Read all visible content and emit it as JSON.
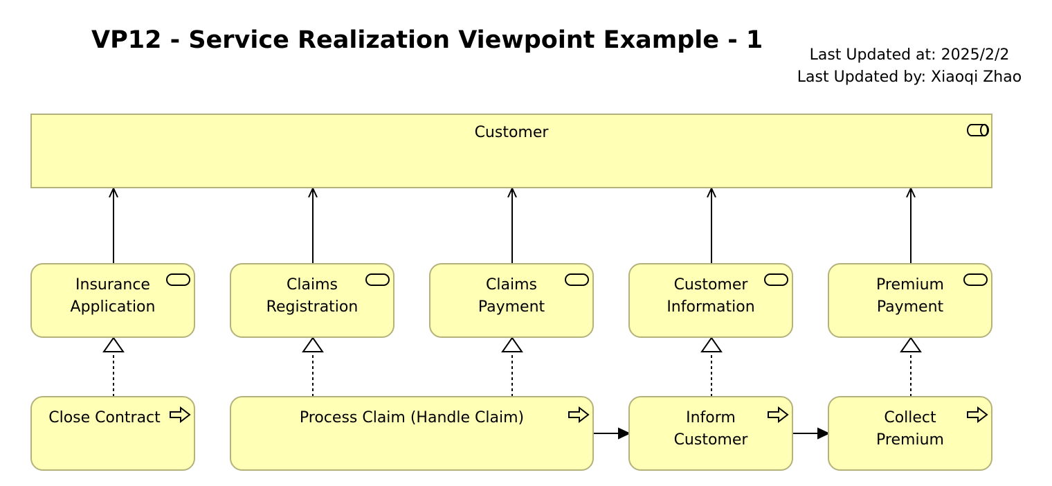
{
  "header": {
    "title": "VP12 - Service Realization Viewpoint Example - 1",
    "last_updated_at": "Last Updated at: 2025/2/2",
    "last_updated_by": "Last Updated by: Xiaoqi Zhao"
  },
  "actor": {
    "label": "Customer",
    "icon": "business-role-icon"
  },
  "services": [
    {
      "line1": "Insurance",
      "line2": "Application",
      "icon": "business-service-icon"
    },
    {
      "line1": "Claims",
      "line2": "Registration",
      "icon": "business-service-icon"
    },
    {
      "line1": "Claims",
      "line2": "Payment",
      "icon": "business-service-icon"
    },
    {
      "line1": "Customer",
      "line2": "Information",
      "icon": "business-service-icon"
    },
    {
      "line1": "Premium",
      "line2": "Payment",
      "icon": "business-service-icon"
    }
  ],
  "processes": [
    {
      "line1": "Close Contract",
      "line2": "",
      "icon": "business-process-icon"
    },
    {
      "line1": "Process Claim (Handle Claim)",
      "line2": "",
      "icon": "business-process-icon"
    },
    {
      "line1": "Inform",
      "line2": "Customer",
      "icon": "business-process-icon"
    },
    {
      "line1": "Collect",
      "line2": "Premium",
      "icon": "business-process-icon"
    }
  ],
  "colors": {
    "element_fill": "#ffffb5",
    "element_border": "#b2b27a",
    "connector": "#000000"
  }
}
